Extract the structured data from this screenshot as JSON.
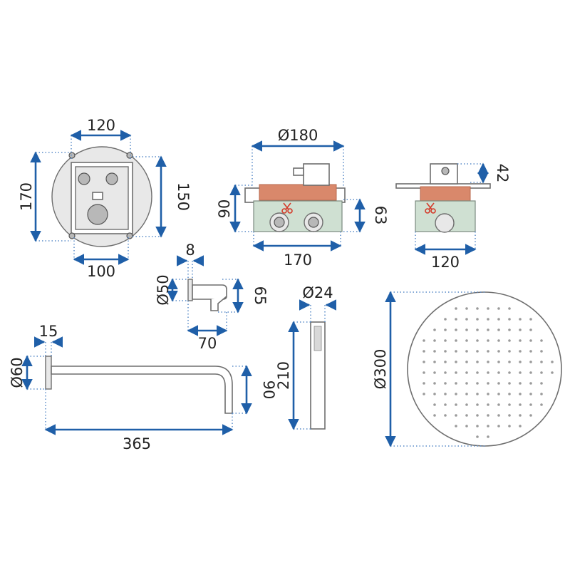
{
  "colors": {
    "dimension_arrow": "#1f5fa8",
    "part_outline": "#6e6e6e",
    "copper_band": "#d9886b",
    "base_green": "#cfe0d2",
    "scissors": "#d43a2a"
  },
  "dimensions": {
    "box_top_width": "120",
    "box_left_height": "170",
    "box_right_height": "150",
    "box_bottom_width": "100",
    "valve_diameter": "Ø180",
    "valve_height": "90",
    "valve_base_height": "63",
    "valve_width": "170",
    "side_lever_height": "42",
    "side_width": "120",
    "holder_depth": "8",
    "holder_diameter": "Ø50",
    "holder_height": "65",
    "holder_width": "70",
    "handshower_diameter": "Ø24",
    "handshower_length": "210",
    "arm_flange": "15",
    "arm_diameter": "Ø60",
    "arm_drop": "90",
    "arm_length": "365",
    "head_diameter": "Ø300"
  },
  "icons": {
    "scissors_front": "scissors-icon",
    "scissors_side": "scissors-icon"
  }
}
